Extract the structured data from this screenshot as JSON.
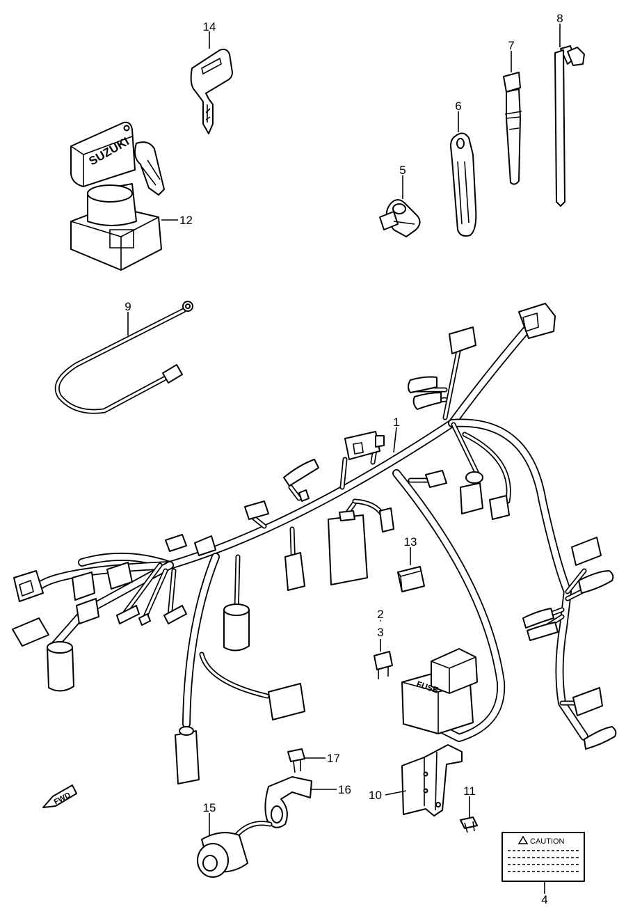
{
  "callouts": {
    "c1": "1",
    "c2": "2",
    "c3": "3",
    "c4": "4",
    "c5": "5",
    "c6": "6",
    "c7": "7",
    "c8": "8",
    "c9": "9",
    "c10": "10",
    "c11": "11",
    "c12": "12",
    "c13": "13",
    "c14": "14",
    "c15": "15",
    "c16": "16",
    "c17": "17"
  },
  "labels": {
    "brand": "SUZUKI",
    "fuse": "FUSE",
    "caution": "CAUTION",
    "fwd": "FWD"
  }
}
